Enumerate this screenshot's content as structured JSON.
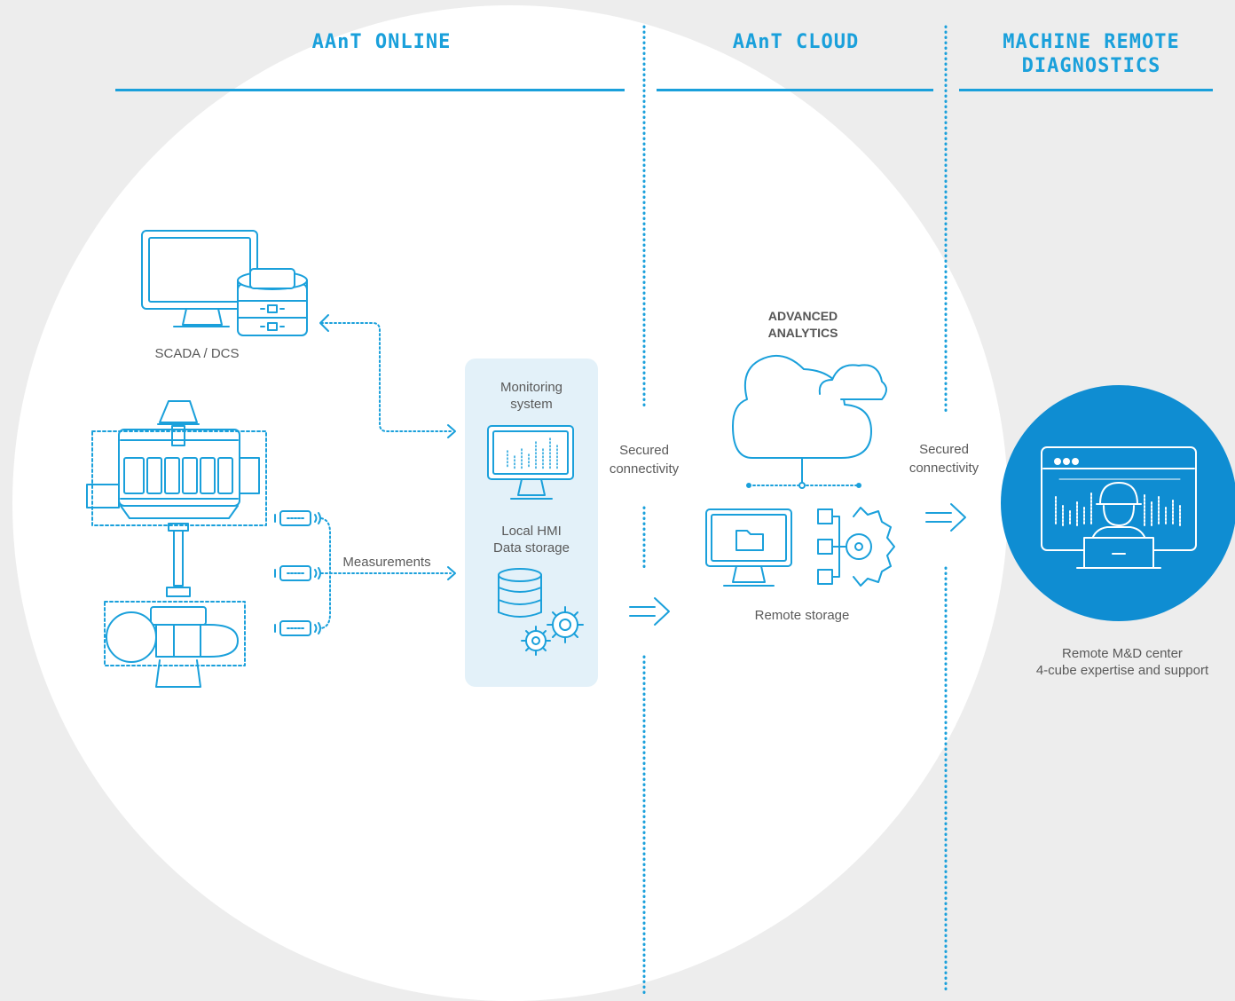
{
  "headings": {
    "online": "AAnT ONLINE",
    "cloud": "AAnT CLOUD",
    "remote_line1": "MACHINE REMOTE",
    "remote_line2": "DIAGNOSTICS"
  },
  "labels": {
    "scada": "SCADA / DCS",
    "measurements": "Measurements",
    "monitoring_line1": "Monitoring",
    "monitoring_line2": "system",
    "hmi_line1": "Local HMI",
    "hmi_line2": "Data  storage",
    "secured1_line1": "Secured",
    "secured1_line2": "connectivity",
    "secured2_line1": "Secured",
    "secured2_line2": "connectivity",
    "advanced_line1": "ADVANCED",
    "advanced_line2": "ANALYTICS",
    "remote_storage": "Remote storage",
    "md_center_line1": "Remote M&D center",
    "md_center_line2": "4-cube expertise and support"
  },
  "colors": {
    "accent": "#1aa0db",
    "panel": "#e3f1f9",
    "remote_circle": "#0f8dd2",
    "background": "#ededed"
  },
  "icons": [
    "monitor-server-icon",
    "generator-icon",
    "sensor-icon",
    "monitor-chart-icon",
    "database-gears-icon",
    "cloud-icon",
    "folder-monitor-icon",
    "gear-network-icon",
    "arrow-right-icon",
    "engineer-dashboard-icon"
  ]
}
